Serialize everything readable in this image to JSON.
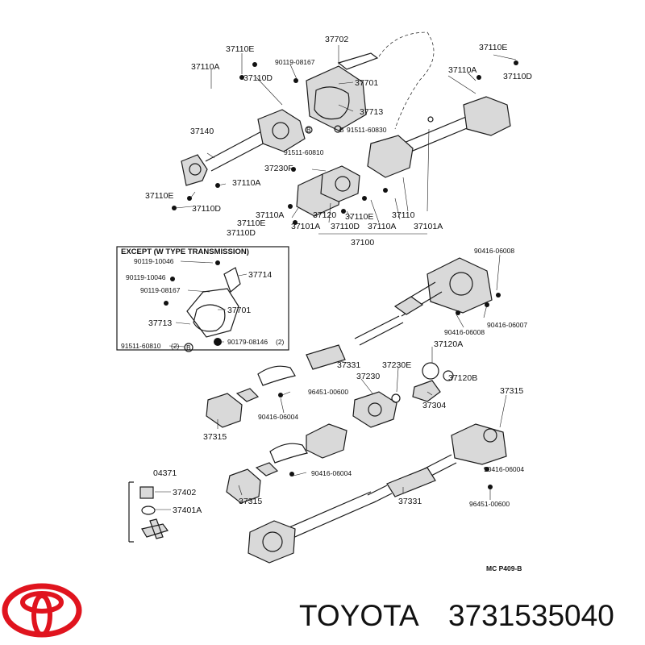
{
  "brand": {
    "name": "TOYOTA",
    "part_number": "3731535040",
    "logo_color": "#e0141e"
  },
  "diagram": {
    "footer": "MC P409-B",
    "except_box": {
      "header": "EXCEPT (W TYPE TRANSMISSION)",
      "labels": [
        "90119-10046",
        "37714",
        "90119-10046",
        "90119-08167",
        "37701",
        "37713",
        "90179-08146",
        "91511-60810",
        "(2)",
        "(2)",
        "B"
      ]
    },
    "upper_labels": [
      "37110E",
      "37702",
      "37110E",
      "37110A",
      "90119-08167",
      "37110A",
      "37110D",
      "37701",
      "37110D",
      "37713",
      "37140",
      "91511-60830",
      "B",
      "91511-60810",
      "B",
      "37230F",
      "37110A",
      "37110E",
      "37110D",
      "37110A",
      "37120",
      "37110E",
      "37110",
      "37110E",
      "37101A",
      "37110D",
      "37110A",
      "37101A",
      "37110D",
      "37100"
    ],
    "lower_labels": [
      "90416-06008",
      "90416-06007",
      "90416-06008",
      "37331",
      "37230E",
      "37120A",
      "37230",
      "37120B",
      "96451-00600",
      "37304",
      "90416-06004",
      "37315",
      "37315",
      "90416-06004",
      "37315",
      "90416-06004",
      "37331",
      "96451-00600"
    ],
    "kit": {
      "labels": [
        "04371",
        "37402",
        "37401A"
      ]
    }
  }
}
